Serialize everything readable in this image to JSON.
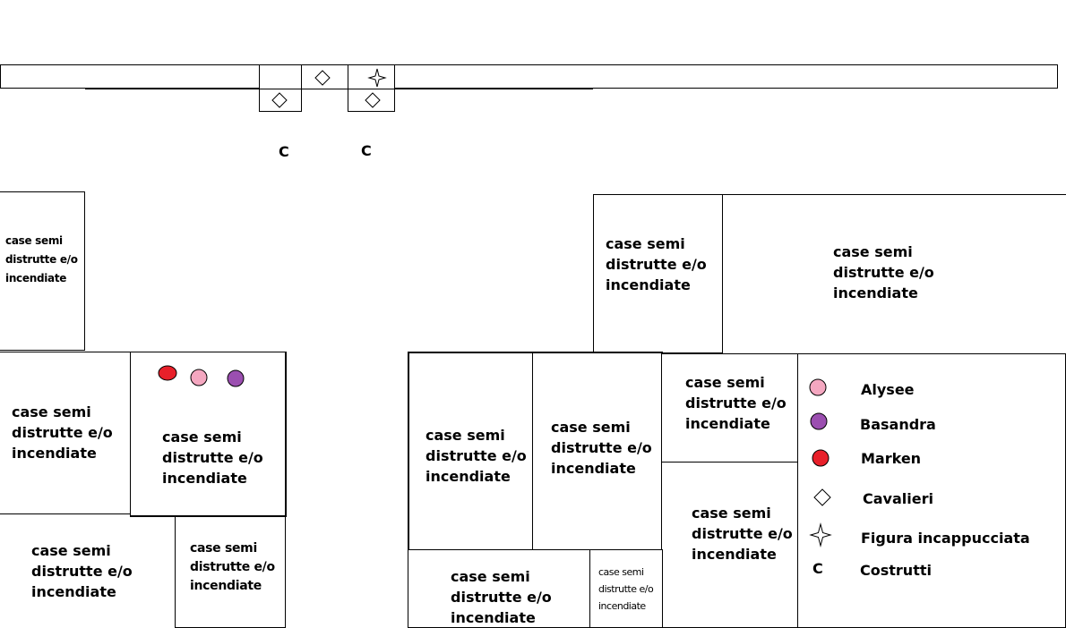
{
  "block_label": "case semi distrutte e/o incendiate",
  "block_label_lines": [
    "case semi",
    "distrutte e/o",
    "incendiate"
  ],
  "map_markers": {
    "costrutti_symbol": "C"
  },
  "legend": {
    "items": [
      {
        "label": "Alysee",
        "icon": "circle-icon",
        "color": "#f4a7c0"
      },
      {
        "label": "Basandra",
        "icon": "circle-icon",
        "color": "#9b4fb0"
      },
      {
        "label": "Marken",
        "icon": "circle-icon",
        "color": "#e8202a"
      },
      {
        "label": "Cavalieri",
        "icon": "diamond-icon",
        "color": "#000000"
      },
      {
        "label": "Figura incappucciata",
        "icon": "star-icon",
        "color": "#000000"
      },
      {
        "label": "Costrutti",
        "icon": "letter-c-icon",
        "symbol": "C",
        "color": "#000000"
      }
    ]
  },
  "tokens": {
    "marken_color": "#e8202a",
    "alysee_color": "#f4a7c0",
    "basandra_color": "#9b4fb0"
  }
}
